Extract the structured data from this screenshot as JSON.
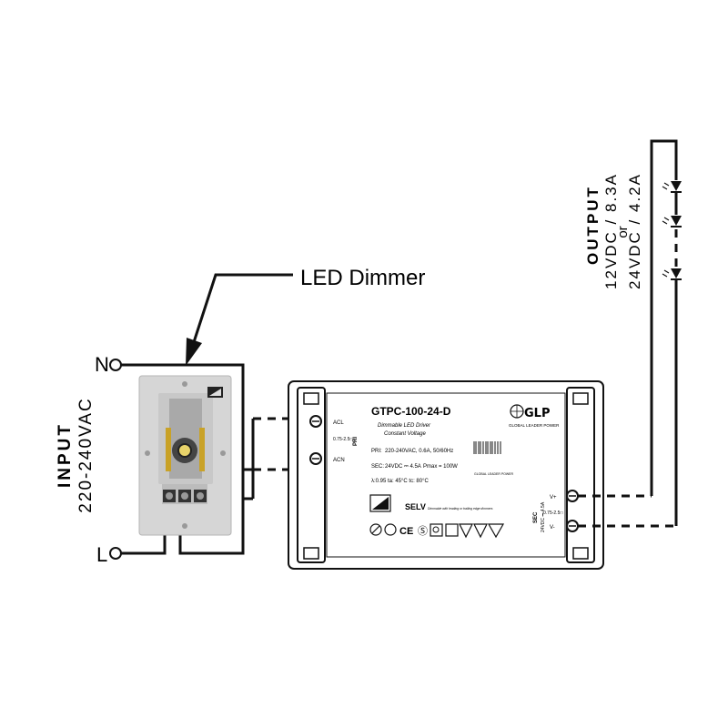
{
  "callout": {
    "dimmer_label": "LED Dimmer"
  },
  "input": {
    "title": "INPUT",
    "voltage": "220-240VAC",
    "neutral_label": "N",
    "live_label": "L"
  },
  "output": {
    "title": "OUTPUT",
    "option_12v": "12VDC / 8.3A",
    "or_text": "or",
    "option_24v": "24VDC / 4.2A"
  },
  "driver": {
    "model": "GTPC-100-24-D",
    "desc_line1": "Dimmable LED Driver",
    "desc_line2": "Constant Voltage",
    "pri_label": "PRI:",
    "pri_value": "220-240VAC, 0.6A, 50/60Hz",
    "sec_label": "SEC:",
    "sec_value": "24VDC ⎓ 4.5A",
    "pmax_value": "Pmax = 100W",
    "pf_line": "λ:0.95   ta: 45°C   tc: 80°C",
    "selv": "SELV",
    "dimmer_note": "Dimmable with leading or trailing edge dimmers",
    "brand": "GLP",
    "brand_sub": "GLOBAL LEADER POWER",
    "barcode_caption": "GLOBAL LEADER POWER",
    "acl": "ACL",
    "acn": "ACN",
    "input_range": "0.75-2.5□",
    "pri_side": "PRI",
    "sec_side": "SEC",
    "sec_rating": "24VDC ⎓ 4.5A",
    "v_plus": "V+",
    "v_minus": "V-",
    "output_range": "0.75-2.5□"
  },
  "colors": {
    "line": "#111111",
    "dimmer_plate": "#d6d6d6",
    "dimmer_terminal": "#c9a227",
    "housing_fill": "#ffffff"
  }
}
